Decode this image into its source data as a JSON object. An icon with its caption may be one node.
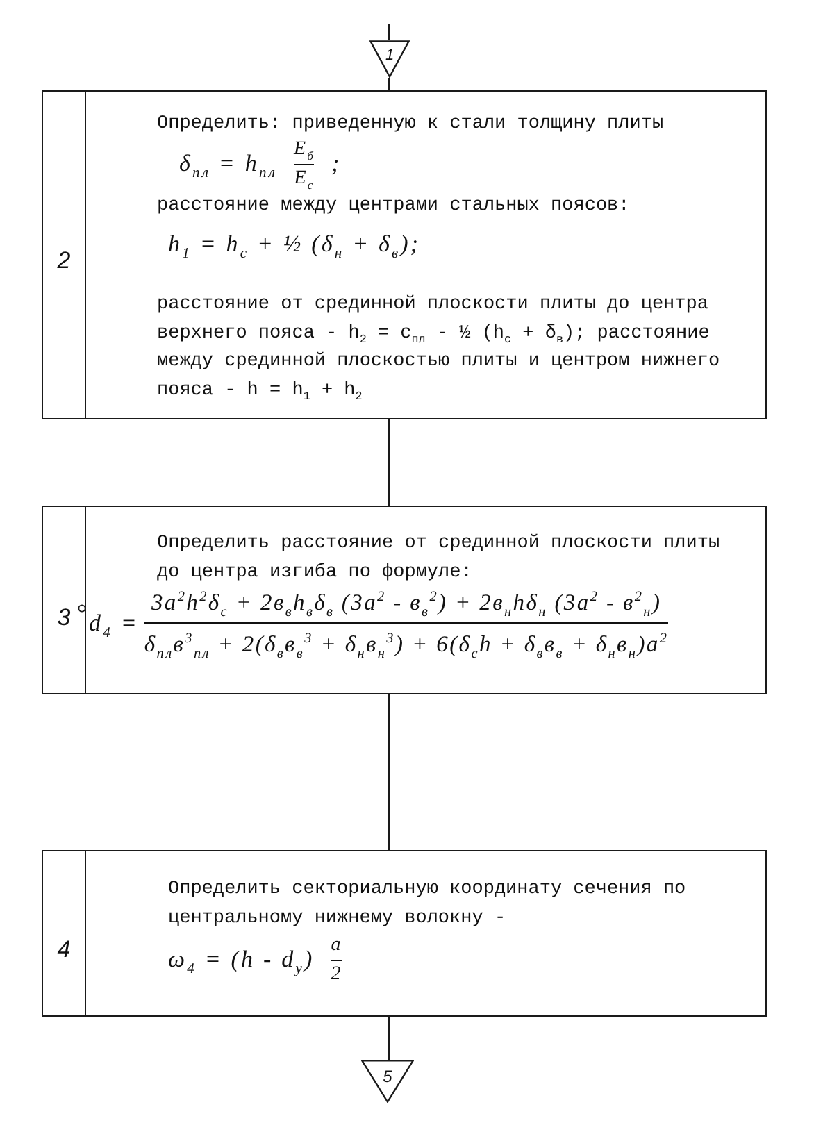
{
  "diagram": {
    "nodes": [
      {
        "text": [
          "1"
        ]
      },
      {
        "text": [
          "2",
          "Определить: приведенную к стали толщину плиты",
          "δ$_{пл}$ = h$_{пл}$",
          "E$_{б}$",
          "E$_{с}$",
          ";",
          "расстояние между центрами стальных поясов:",
          "h$_{1}$ = h$_{с}$ + ½ (δ$_{н}$ + δ$_{в}$);",
          "расстояние от срединной плоскости плиты до центра верхнего пояса - h$_{2}$ = c$_{пл}$ - ½ (h$_{с}$ + δ$_{в}$); расстояние между срединной плоскостью плиты и центром нижнего пояса - h = h$_{1}$ + h$_{2}$"
        ]
      },
      {
        "text": [
          "3",
          "Определить расстояние от срединной плоскости плиты до центра изгиба по формуле:",
          "d$_{4}$ =",
          "3a$^{2}$h$^{2}$δ$_{с}$ + 2в$_{в}$h$_{в}$δ$_{в}$ (3a$^{2}$ - в$_{в}$$^{2}$) + 2в$_{н}$hδ$_{н}$ (3a$^{2}$ - в$^{2}$$_{н}$)",
          "δ$_{пл}$в$^{3}$$_{пл}$ + 2(δ$_{в}$в$_{в}$$^{3}$ + δ$_{н}$в$_{н}$$^{3}$) + 6(δ$_{с}$h + δ$_{в}$в$_{в}$ + δ$_{н}$в$_{н}$)a$^{2}$"
        ]
      },
      {
        "text": [
          "4",
          "Определить секториальную координату сечения по центральному нижнему волокну -",
          "ω$_{4}$ = (h - d$_{у}$)",
          "a",
          "2"
        ]
      },
      {
        "text": [
          "5"
        ]
      }
    ],
    "edges": [
      {
        "from": null,
        "to": 0,
        "arrow": "none"
      },
      {
        "from": 0,
        "to": 1,
        "arrow": "none"
      },
      {
        "from": 1,
        "to": 2,
        "arrow": "none"
      },
      {
        "from": 2,
        "to": 3,
        "arrow": "none"
      },
      {
        "from": 3,
        "to": 4,
        "arrow": "none"
      }
    ]
  }
}
